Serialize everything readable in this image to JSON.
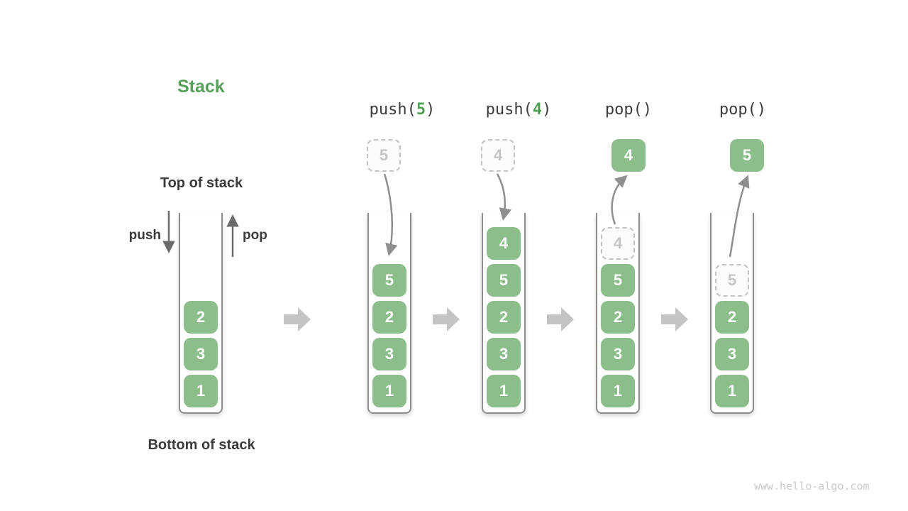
{
  "title": "Stack",
  "labels": {
    "top_of_stack": "Top of stack",
    "bottom_of_stack": "Bottom of stack",
    "push": "push",
    "pop": "pop"
  },
  "operations": [
    {
      "prefix": "push(",
      "arg": "5",
      "suffix": ")"
    },
    {
      "prefix": "push(",
      "arg": "4",
      "suffix": ")"
    },
    {
      "prefix": "pop(",
      "arg": "",
      "suffix": ")"
    },
    {
      "prefix": "pop(",
      "arg": "",
      "suffix": ")"
    }
  ],
  "floating_boxes": [
    {
      "value": "5",
      "style": "ghost-dashed"
    },
    {
      "value": "4",
      "style": "ghost-dashed"
    },
    {
      "value": "4",
      "style": "solid-green"
    },
    {
      "value": "5",
      "style": "solid-green"
    }
  ],
  "stacks": [
    {
      "blocks": [
        {
          "value": "2"
        },
        {
          "value": "3"
        },
        {
          "value": "1"
        }
      ]
    },
    {
      "blocks": [
        {
          "value": "5"
        },
        {
          "value": "2"
        },
        {
          "value": "3"
        },
        {
          "value": "1"
        }
      ]
    },
    {
      "blocks": [
        {
          "value": "4"
        },
        {
          "value": "5"
        },
        {
          "value": "2"
        },
        {
          "value": "3"
        },
        {
          "value": "1"
        }
      ]
    },
    {
      "blocks": [
        {
          "value": "4",
          "ghost": true
        },
        {
          "value": "5"
        },
        {
          "value": "2"
        },
        {
          "value": "3"
        },
        {
          "value": "1"
        }
      ]
    },
    {
      "blocks": [
        {
          "value": "5",
          "ghost": true
        },
        {
          "value": "2"
        },
        {
          "value": "3"
        },
        {
          "value": "1"
        }
      ]
    }
  ],
  "colors": {
    "block_green": "#8CBE8C",
    "text_green": "#4E9F52",
    "dark_text": "#3B3B3B",
    "transition_arrow_gray": "#C4C4C4",
    "ghost_border_gray": "#C2C2C2",
    "curved_arrow_gray": "#8F8F8F"
  },
  "watermark": "www.hello-algo.com"
}
